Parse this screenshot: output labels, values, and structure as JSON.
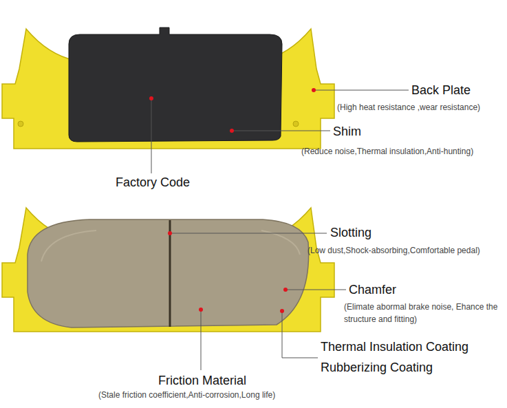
{
  "diagram": {
    "labels": [
      "Back Plate",
      "(High heat resistance ,wear resistance)",
      "Shim",
      "(Reduce noise,Thermal insulation,Anti-hunting)",
      "Factory Code",
      "Slotting",
      "(Low dust,Shock-absorbing,Comfortable pedal)",
      "Chamfer",
      "(Elimate abormal brake noise, Ehance the structure and fitting)",
      "Thermal Insulation Coating",
      "Rubberizing Coating",
      "Friction Material",
      "(Stale friction coefficient,Anti-corrosion,Long life)"
    ]
  }
}
